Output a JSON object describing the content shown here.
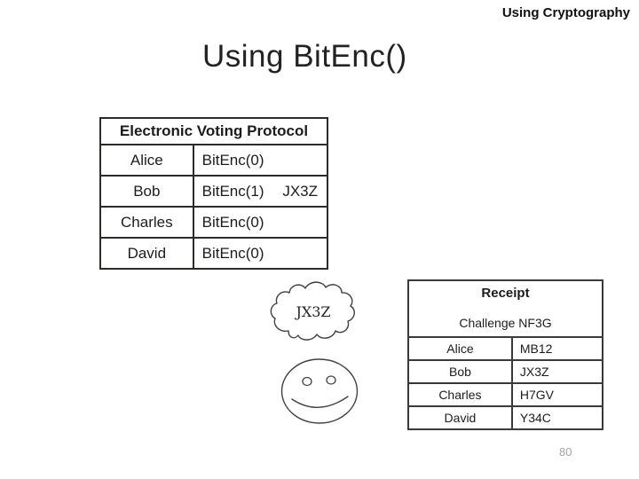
{
  "slide": {
    "header": "Using Cryptography",
    "title": "Using BitEnc()",
    "page_number": "80"
  },
  "voting_table": {
    "title": "Electronic Voting Protocol",
    "rows": [
      {
        "name": "Alice",
        "value": "BitEnc(0)",
        "extra": ""
      },
      {
        "name": "Bob",
        "value": "BitEnc(1)",
        "extra": "JX3Z"
      },
      {
        "name": "Charles",
        "value": "BitEnc(0)",
        "extra": ""
      },
      {
        "name": "David",
        "value": "BitEnc(0)",
        "extra": ""
      }
    ]
  },
  "cloud": {
    "label": "JX3Z"
  },
  "receipt_table": {
    "title": "Receipt",
    "challenge": "Challenge NF3G",
    "rows": [
      {
        "name": "Alice",
        "code": "MB12"
      },
      {
        "name": "Bob",
        "code": "JX3Z"
      },
      {
        "name": "Charles",
        "code": "H7GV"
      },
      {
        "name": "David",
        "code": "Y34C"
      }
    ]
  },
  "icons": {
    "cloud": "thought-cloud",
    "smiley": "smiley-face"
  },
  "colors": {
    "table_border": "#2d2a28",
    "receipt_border": "#3a3a3a",
    "page_number": "#a3a3a3",
    "text": "#1c1c1c"
  }
}
